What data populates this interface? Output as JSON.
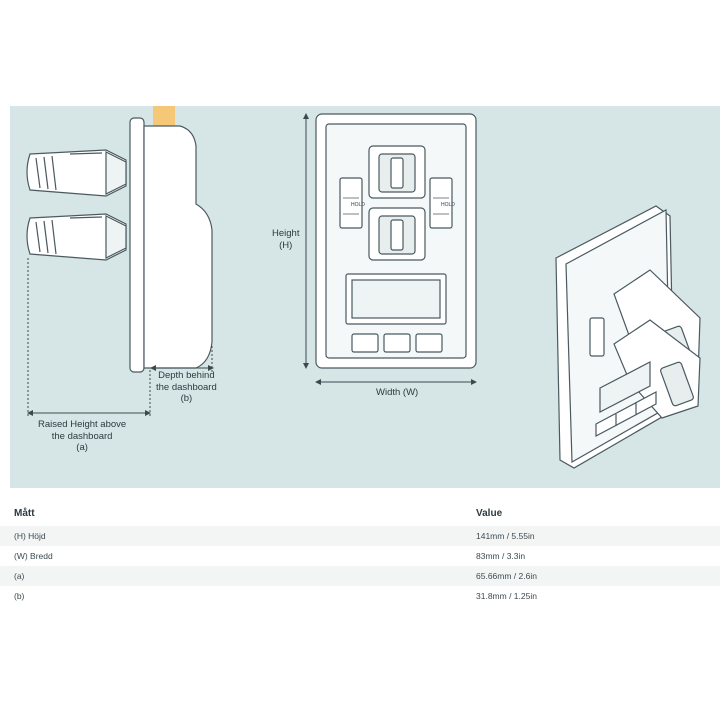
{
  "diagram": {
    "labels": {
      "depth": [
        "Depth behind",
        "the dashboard",
        "(b)"
      ],
      "raised": [
        "Raised Height above",
        "the dashboard",
        "(a)"
      ],
      "height": [
        "Height",
        "(H)"
      ],
      "width": "Width (W)"
    },
    "switch_text": {
      "hold": "HOLD"
    }
  },
  "specs": {
    "headers": {
      "measure": "Mått",
      "value": "Value"
    },
    "rows": [
      {
        "label": "(H) Höjd",
        "value": "141mm / 5.55in"
      },
      {
        "label": "(W) Bredd",
        "value": "83mm / 3.3in"
      },
      {
        "label": "(a)",
        "value": "65.66mm / 2.6in"
      },
      {
        "label": "(b)",
        "value": "31.8mm / 1.25in"
      }
    ]
  },
  "colors": {
    "panel_bg": "#d6e6e6",
    "dashboard": "#f5c878",
    "device": "#ffffff",
    "outline": "#4a5a60",
    "dimension_line": "#3c4a50"
  }
}
